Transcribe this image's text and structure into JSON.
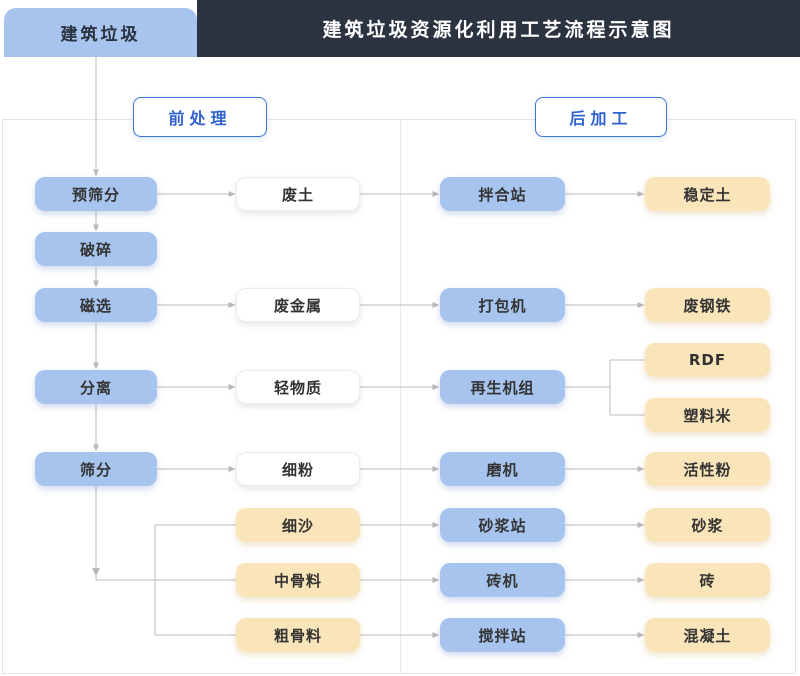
{
  "header": {
    "tab_label": "建筑垃圾",
    "title": "建筑垃圾资源化利用工艺流程示意图"
  },
  "sections": {
    "pre_processing": "前处理",
    "post_processing": "后加工"
  },
  "nodes": {
    "pre_screening": "预筛分",
    "crushing": "破碎",
    "magnetic_separation": "磁选",
    "separation": "分离",
    "screening": "筛分",
    "waste_soil": "废土",
    "waste_metal": "废金属",
    "light_material": "轻物质",
    "fine_powder": "细粉",
    "fine_sand": "细沙",
    "medium_aggregate": "中骨料",
    "coarse_aggregate": "粗骨料",
    "mixing_plant": "拌合站",
    "baler": "打包机",
    "regeneration_unit": "再生机组",
    "mill": "磨机",
    "mortar_plant": "砂浆站",
    "brick_machine": "砖机",
    "concrete_plant": "搅拌站",
    "stabilized_soil": "稳定土",
    "scrap_steel": "废钢铁",
    "rdf": "RDF",
    "plastic_pellets": "塑料米",
    "activated_powder": "活性粉",
    "mortar": "砂浆",
    "brick": "砖",
    "concrete": "混凝土"
  },
  "colors": {
    "node_blue": "#a6c4ee",
    "node_yellow": "#f9e5b9",
    "header_bg": "#2b3240",
    "accent_blue": "#3e74d8",
    "connector_line": "#c9c9c9"
  }
}
